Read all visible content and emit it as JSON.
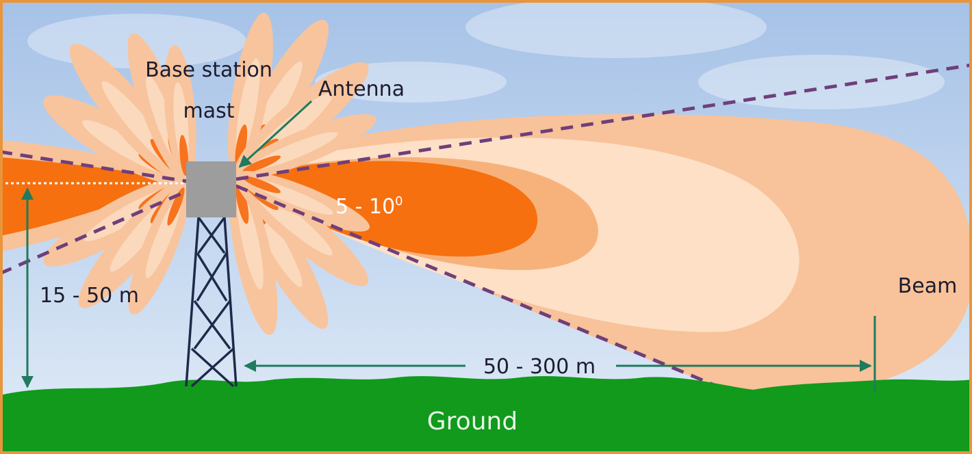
{
  "labels": {
    "mast": [
      "Base station",
      "mast"
    ],
    "antenna": "Antenna",
    "angle_value": "5 - 10",
    "angle_unit": "0",
    "height": "15 - 50 m",
    "distance": "50  -  300 m",
    "beam": "Beam",
    "ground": "Ground"
  },
  "colors": {
    "frame": "#e8953c",
    "sky_top": "#a9c4e8",
    "sky_bottom": "#dbe7f5",
    "ground": "#119a1c",
    "lobe_outer": "#f8c49d",
    "lobe_mid": "#fbd9bc",
    "lobe_inner": "#f7731d",
    "beam_outer": "#f8c29a",
    "beam_light": "#fde0c6",
    "beam_mid": "#f7b27c",
    "beam_core": "#f6700f",
    "dashed_line": "#6f3f7a",
    "arrow": "#1f7a5e",
    "mast_box": "#9d9d9d",
    "mast_frame": "#1f2a4a",
    "text_dark": "#1c1c2e",
    "text_light": "#ffffff"
  }
}
